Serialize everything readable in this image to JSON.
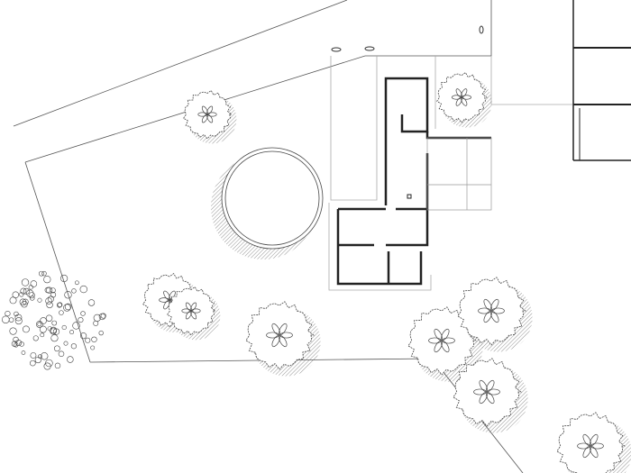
{
  "drawing": {
    "type": "site-plan",
    "colors": {
      "background": "#ffffff",
      "line": "#555555",
      "wall": "#222222",
      "light_line": "#bbbbbb",
      "shadow_hatch": "#888888"
    },
    "trees": [
      {
        "kind": "deciduous"
      },
      {
        "kind": "deciduous"
      },
      {
        "kind": "deciduous"
      },
      {
        "kind": "deciduous"
      },
      {
        "kind": "deciduous"
      },
      {
        "kind": "deciduous"
      },
      {
        "kind": "deciduous"
      },
      {
        "kind": "deciduous"
      },
      {
        "kind": "deciduous"
      },
      {
        "kind": "shrub-cluster"
      }
    ]
  }
}
